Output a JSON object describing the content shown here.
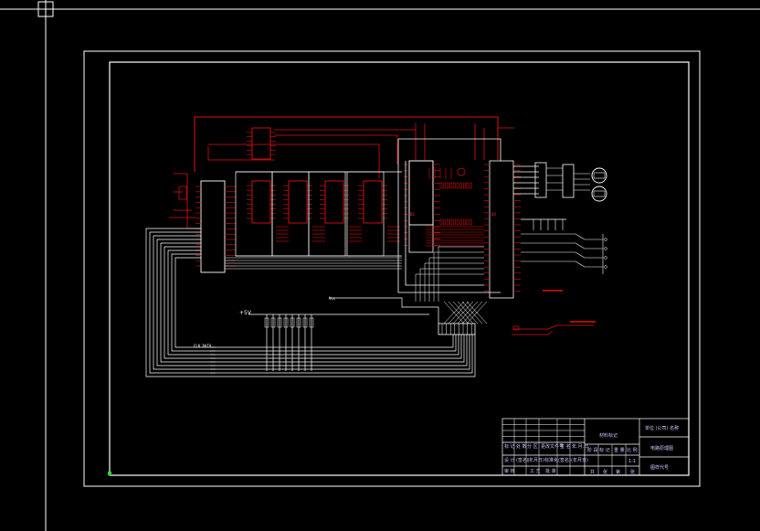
{
  "colors": {
    "background": "#000000",
    "frame": "#ffffff",
    "circuit_red": "#e01010",
    "wire_white": "#ffffff",
    "title_text": "#c8c8ff",
    "title_lines": "#ffffff"
  },
  "labels": {
    "power": "+5V",
    "net_label": "Vcc",
    "bus_label": "CLK DATA",
    "ic_u2": "U2",
    "ic_u3": "U3"
  },
  "title_block": {
    "rows_left": [
      "标 记",
      "处 数",
      "分 区",
      "更改文件号",
      "签 名",
      "年.月.日"
    ],
    "row2_left": [
      "设 计",
      "(签名)",
      "(年月日)",
      "标准化",
      "(签名)",
      "(年月日)"
    ],
    "row3_left": [
      "审 核",
      "工 艺",
      "批 准"
    ],
    "center_label": "材料标记",
    "stage_headers": [
      "阶 段 标 记",
      "重 量",
      "比 例"
    ],
    "scale": "1:1",
    "sheet": [
      "共",
      "张",
      "第",
      "张"
    ],
    "org_name": "单位 (公司) 名称",
    "drawing_name": "电路原理图",
    "drawing_code": "图样代号"
  },
  "icons": {
    "crosshair": "crosshair-cursor-icon",
    "motor": "motor-symbol-icon"
  }
}
